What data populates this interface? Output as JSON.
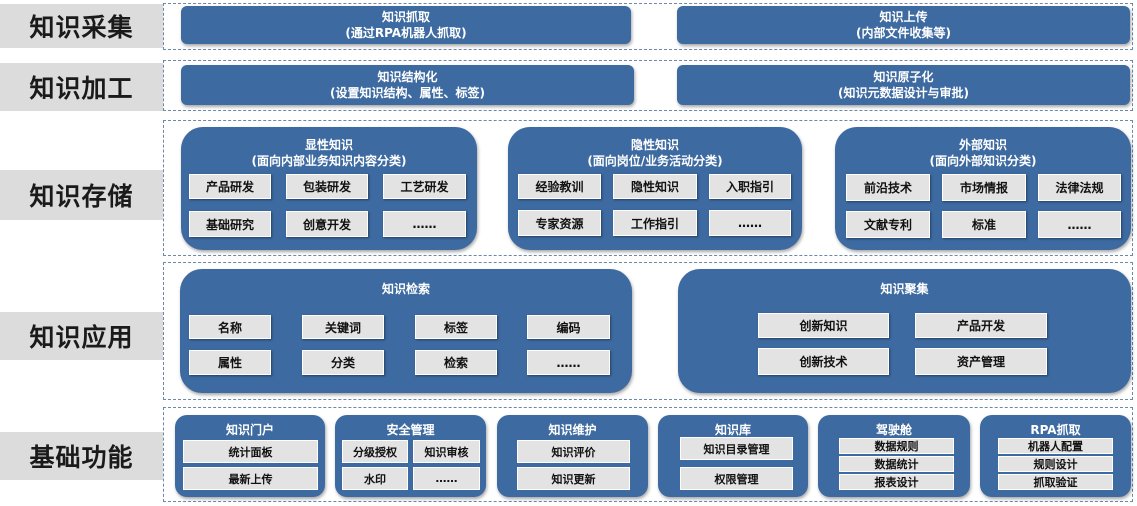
{
  "rows": {
    "collect": "知识采集",
    "process": "知识加工",
    "store": "知识存储",
    "apply": "知识应用",
    "base": "基础功能"
  },
  "collect": {
    "capture": {
      "title": "知识抓取",
      "sub": "(通过RPA机器人抓取)"
    },
    "upload": {
      "title": "知识上传",
      "sub": "(内部文件收集等)"
    }
  },
  "process": {
    "structure": {
      "title": "知识结构化",
      "sub": "(设置知识结构、属性、标签)"
    },
    "atomize": {
      "title": "知识原子化",
      "sub": "(知识元数据设计与审批)"
    }
  },
  "store": {
    "explicit": {
      "title": "显性知识",
      "sub": "(面向内部业务知识内容分类)",
      "items": [
        "产品研发",
        "包装研发",
        "工艺研发",
        "基础研究",
        "创意开发",
        "……"
      ]
    },
    "tacit": {
      "title": "隐性知识",
      "sub": "(面向岗位/业务活动分类)",
      "items": [
        "经验教训",
        "隐性知识",
        "入职指引",
        "专家资源",
        "工作指引",
        "……"
      ]
    },
    "external": {
      "title": "外部知识",
      "sub": "(面向外部知识分类)",
      "items": [
        "前沿技术",
        "市场情报",
        "法律法规",
        "文献专利",
        "标准",
        "……"
      ]
    }
  },
  "apply": {
    "search": {
      "title": "知识检索",
      "items": [
        "名称",
        "关键词",
        "标签",
        "编码",
        "属性",
        "分类",
        "检索",
        "……"
      ]
    },
    "cluster": {
      "title": "知识聚集",
      "items": [
        "创新知识",
        "产品开发",
        "创新技术",
        "资产管理"
      ]
    }
  },
  "base": {
    "portal": {
      "title": "知识门户",
      "items": [
        "统计面板",
        "最新上传"
      ]
    },
    "security": {
      "title": "安全管理",
      "items": [
        "分级授权",
        "知识审核",
        "水印",
        "……"
      ]
    },
    "maintain": {
      "title": "知识维护",
      "items": [
        "知识评价",
        "知识更新"
      ]
    },
    "library": {
      "title": "知识库",
      "items": [
        "知识目录管理",
        "权限管理"
      ]
    },
    "cockpit": {
      "title": "驾驶舱",
      "items": [
        "数据规则",
        "数据统计",
        "报表设计"
      ]
    },
    "rpa": {
      "title": "RPA抓取",
      "items": [
        "机器人配置",
        "规则设计",
        "抓取验证"
      ]
    }
  },
  "colors": {
    "panel": "#3d6aa0",
    "chip": "#e3e3e3",
    "label_bg": "#dcdcdc",
    "dash": "#6a88a8"
  }
}
